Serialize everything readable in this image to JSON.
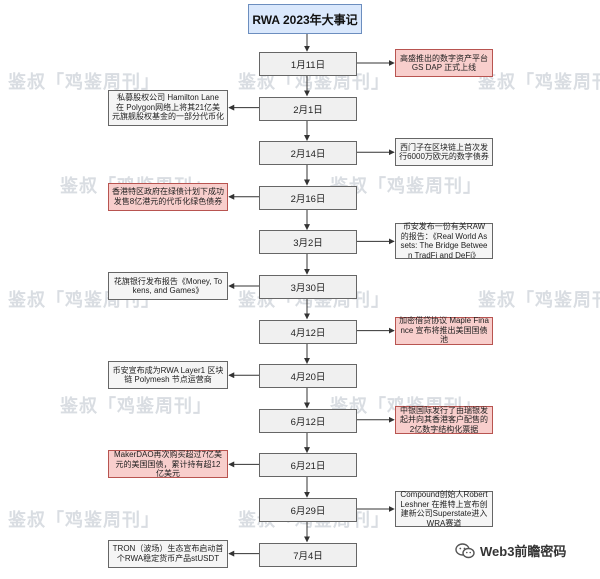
{
  "title": "RWA 2023年大事记",
  "watermark": "鉴叔「鸡鉴周刊」",
  "brand": "Web3前瞻密码",
  "events": [
    {
      "date": "1月11日",
      "text": "高盛推出的数字资产平台 GS DAP 正式上线",
      "side": "right",
      "highlight": true
    },
    {
      "date": "2月1日",
      "text": "私募股权公司 Hamilton Lane 在 Polygon网络上将其21亿美元旗舰股权基金的一部分代币化",
      "side": "left",
      "highlight": false
    },
    {
      "date": "2月14日",
      "text": "西门子在区块链上首次发行6000万欧元的数字债券",
      "side": "right",
      "highlight": false
    },
    {
      "date": "2月16日",
      "text": "香港特区政府在绿债计划下成功发售8亿港元的代币化绿色债券",
      "side": "left",
      "highlight": true
    },
    {
      "date": "3月2日",
      "text": "币安发布一份有关RAW的报告：《Real World Assets: The Bridge Between TradFi and DeFi》",
      "side": "right",
      "highlight": false
    },
    {
      "date": "3月30日",
      "text": "花旗银行发布报告《Money, Tokens, and Games》",
      "side": "left",
      "highlight": false
    },
    {
      "date": "4月12日",
      "text": "加密借贷协议 Maple Finance 宣布将推出美国国债池",
      "side": "right",
      "highlight": true
    },
    {
      "date": "4月20日",
      "text": "币安宣布成为RWA Layer1 区块链 Polymesh 节点运营商",
      "side": "left",
      "highlight": false
    },
    {
      "date": "6月12日",
      "text": "中银国际发行了由瑞银发起并向其香港客户配售的2亿数字结构化票据",
      "side": "right",
      "highlight": true
    },
    {
      "date": "6月21日",
      "text": "MakerDAO再次购买超过7亿美元的美国国债，累计持有超12亿美元",
      "side": "left",
      "highlight": true
    },
    {
      "date": "6月29日",
      "text": "Compound创始人Robert Leshner 在推特上宣布创建新公司Superstate进入WRA赛道",
      "side": "right",
      "highlight": false
    },
    {
      "date": "7月4日",
      "text": "TRON（波场）生态宣布启动首个RWA稳定货币产品stUSDT",
      "side": "left",
      "highlight": false
    }
  ]
}
